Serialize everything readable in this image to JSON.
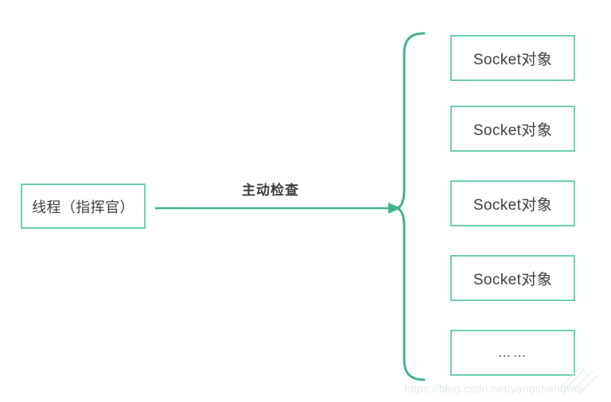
{
  "diagram": {
    "title": "thread-polling-sockets",
    "source_node": {
      "label": "线程（指挥官）"
    },
    "edge": {
      "label": "主动检查",
      "direction": "left-to-right",
      "arrowhead": "triangle"
    },
    "group": {
      "connector": "curly-brace",
      "items": [
        {
          "label": "Socket对象"
        },
        {
          "label": "Socket对象"
        },
        {
          "label": "Socket对象"
        },
        {
          "label": "Socket对象"
        },
        {
          "label": "……"
        }
      ]
    },
    "colors": {
      "brace_stroke": "#3fb392",
      "box_border": "#6ecfae",
      "text": "#3f3f3f",
      "label_text": "#3c3c3c",
      "background": "#ffffff",
      "watermark": "#e2ebe8"
    }
  },
  "watermark": {
    "url": "https://blog.csdn.net/yangshangwei"
  }
}
